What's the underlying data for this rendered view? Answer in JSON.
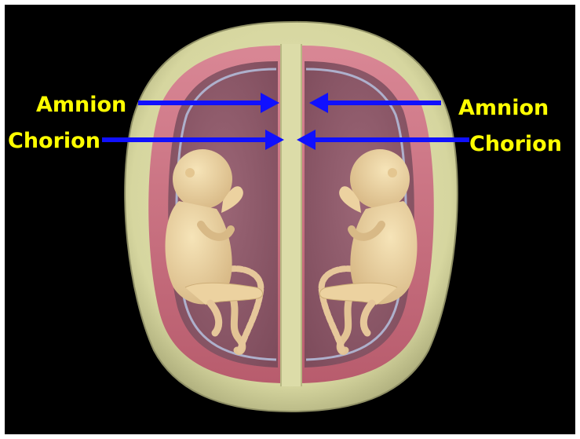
{
  "labels": {
    "left_amnion": "Amnion",
    "left_chorion": "Chorion",
    "right_amnion": "Amnion",
    "right_chorion": "Chorion"
  },
  "colors": {
    "background": "#000000",
    "frame": "#ffffff",
    "label_text": "#ffff00",
    "arrow": "#1010ff",
    "chorion_outer": "#d8d8a4",
    "chorion_shade": "#b9b98a",
    "amnion_wall": "#c8707e",
    "amniotic_space": "#8e5a6a",
    "amnion_membrane": "#a9a9c6",
    "fetus_skin": "#f0d9a6",
    "fetus_shade": "#cdae78",
    "cord": "#e6c79a"
  },
  "icons": {
    "arrows": "arrow-right / arrow-left pointer glyphs"
  }
}
